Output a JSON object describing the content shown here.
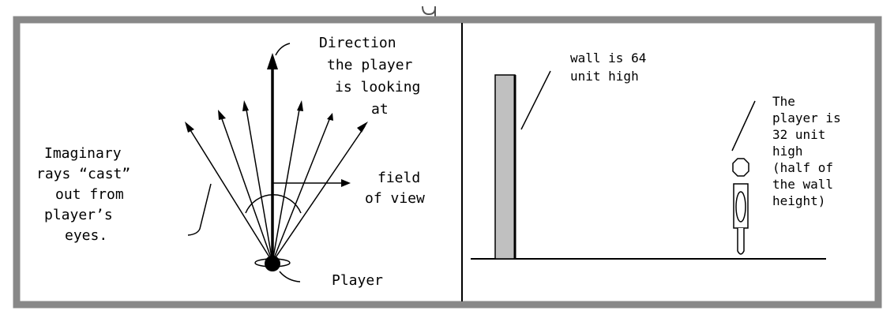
{
  "colors": {
    "frame": "#888888",
    "ink": "#000000",
    "paper": "#ffffff",
    "wall_fill": "#c0c0c0"
  },
  "left_panel": {
    "direction_label": [
      "Direction",
      "the player",
      "is looking",
      "at"
    ],
    "rays_label": [
      "Imaginary",
      "rays “cast”",
      "out from",
      "player’s",
      "eyes."
    ],
    "fov_label": [
      "field",
      "of view"
    ],
    "player_label": "Player"
  },
  "right_panel": {
    "wall_label": [
      "wall is 64",
      "unit high"
    ],
    "player_label": [
      "The",
      "player is",
      "32 unit",
      "high",
      "(half of",
      "the wall",
      "height)"
    ]
  }
}
